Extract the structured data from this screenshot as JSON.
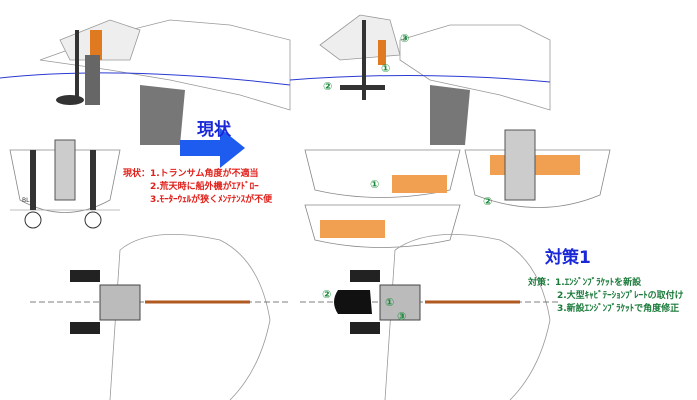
{
  "current": {
    "heading": "現状",
    "lines": [
      "現状：1.トランサム角度が不適当",
      "2.荒天時に船外機がｴｱﾄﾞﾛｰ",
      "3.ﾓｰﾀｰｳｪﾙが狭くﾒﾝﾃﾅﾝｽが不便"
    ],
    "bl_label": "BL"
  },
  "countermeasure": {
    "heading": "対策1",
    "lines": [
      "対策：1.ｴﾝｼﾞﾝﾌﾞﾗｹｯﾄを新設",
      "2.大型ｷｬﾋﾞﾃｰｼｮﾝﾌﾟﾚｰﾄの取付け",
      "3.新設ｴﾝｼﾞﾝﾌﾞﾗｹｯﾄで角度修正"
    ]
  },
  "markers": {
    "one": "①",
    "two": "②",
    "three": "③"
  },
  "colors": {
    "arrow": "#1e5cf0",
    "waterline": "#2a3ad0",
    "bracket": "#f0a050",
    "red_text": "#e0201a",
    "green_text": "#1a7a3a"
  }
}
